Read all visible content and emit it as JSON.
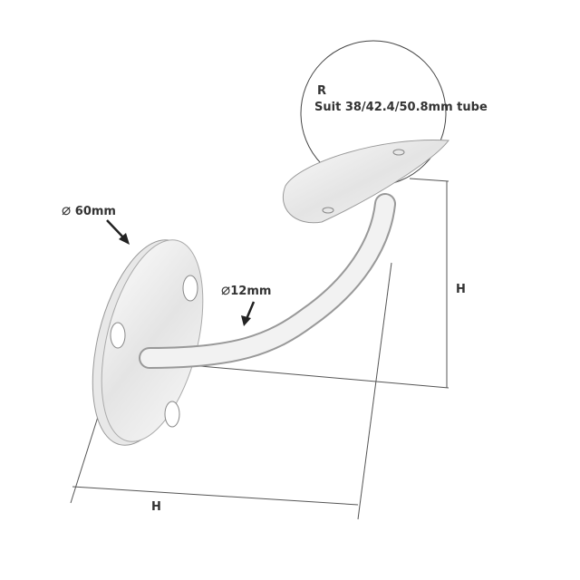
{
  "labels": {
    "radius": "R",
    "tube_fit": "Suit 38/42.4/50.8mm tube",
    "plate_diameter": "60mm",
    "rod_diameter": "12mm",
    "height_vertical": "H",
    "height_horizontal": "H",
    "diameter_symbol": "⌀"
  }
}
